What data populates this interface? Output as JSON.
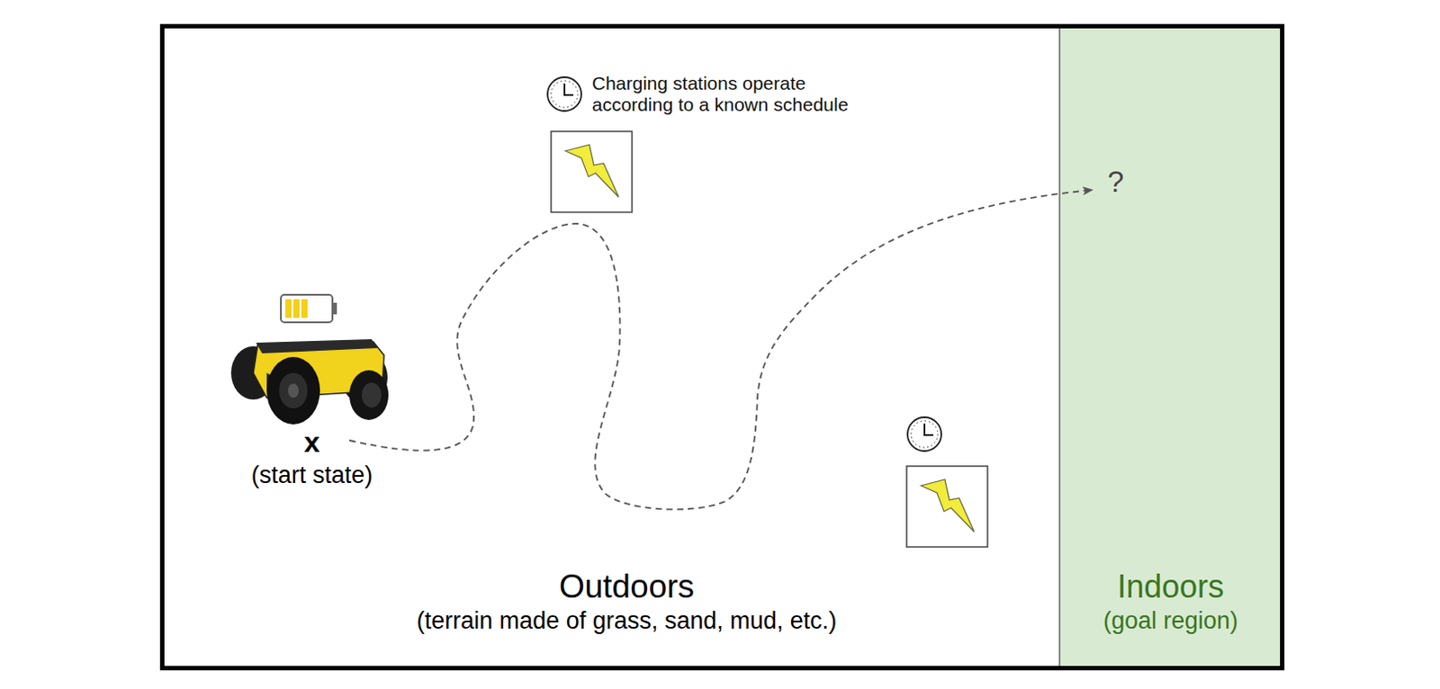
{
  "diagram": {
    "nodes": [
      {
        "text": [
          "Outdoors",
          "(terrain made of grass, sand, mud, etc.)"
        ]
      },
      {
        "text": [
          "Indoors",
          "(goal region)"
        ],
        "in": 0
      }
    ],
    "labels": [
      "Charging stations operate according to a known schedule",
      "x",
      "(start state)",
      "?"
    ]
  }
}
